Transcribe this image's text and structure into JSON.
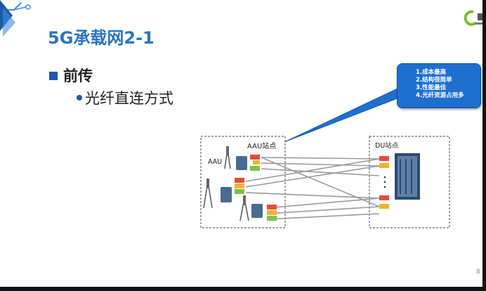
{
  "slide": {
    "title": "5G承载网2-1",
    "bullet1": "前传",
    "bullet2": "光纤直连方式",
    "page_number": "8"
  },
  "callout": {
    "items": [
      "1.成本最高",
      "2.结构很简单",
      "3.性能最佳",
      "4.光纤资源占用多"
    ]
  },
  "diagram": {
    "aau_site_label": "AAU站点",
    "aau_label": "AAU",
    "du_site_label": "DU站点"
  },
  "colors": {
    "title": "#2a74c4",
    "bullet": "#1c5aa8",
    "callout": "#1e6fcf",
    "fiber": "#9a9aa0"
  },
  "logo": {
    "icon": "company-logo-icon"
  }
}
